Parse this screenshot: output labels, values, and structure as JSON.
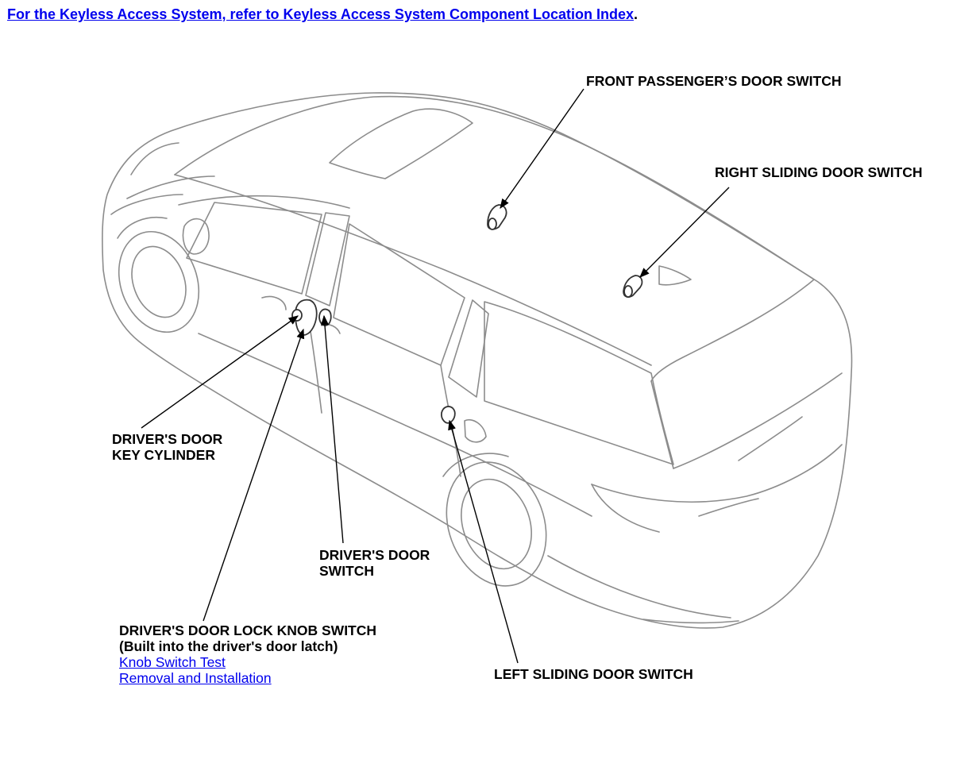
{
  "header": {
    "link_text": "For the Keyless Access System, refer to Keyless Access System Component Location Index",
    "trailing": "."
  },
  "callouts": {
    "front_passenger_door_switch": "FRONT PASSENGER’S DOOR SWITCH",
    "right_sliding_door_switch": "RIGHT SLIDING DOOR SWITCH",
    "drivers_door_key_cylinder": [
      "DRIVER'S DOOR",
      "KEY CYLINDER"
    ],
    "drivers_door_switch": [
      "DRIVER'S DOOR",
      "SWITCH"
    ],
    "drivers_door_lock_knob_switch": {
      "title": "DRIVER'S DOOR LOCK KNOB SWITCH",
      "subtitle": "(Built into the driver's door latch)",
      "links": [
        "Knob Switch Test",
        "Removal and Installation"
      ]
    },
    "left_sliding_door_switch": "LEFT SLIDING DOOR SWITCH"
  },
  "colors": {
    "link": "#0000ee",
    "line": "#8c8c8c",
    "leader": "#000000"
  }
}
